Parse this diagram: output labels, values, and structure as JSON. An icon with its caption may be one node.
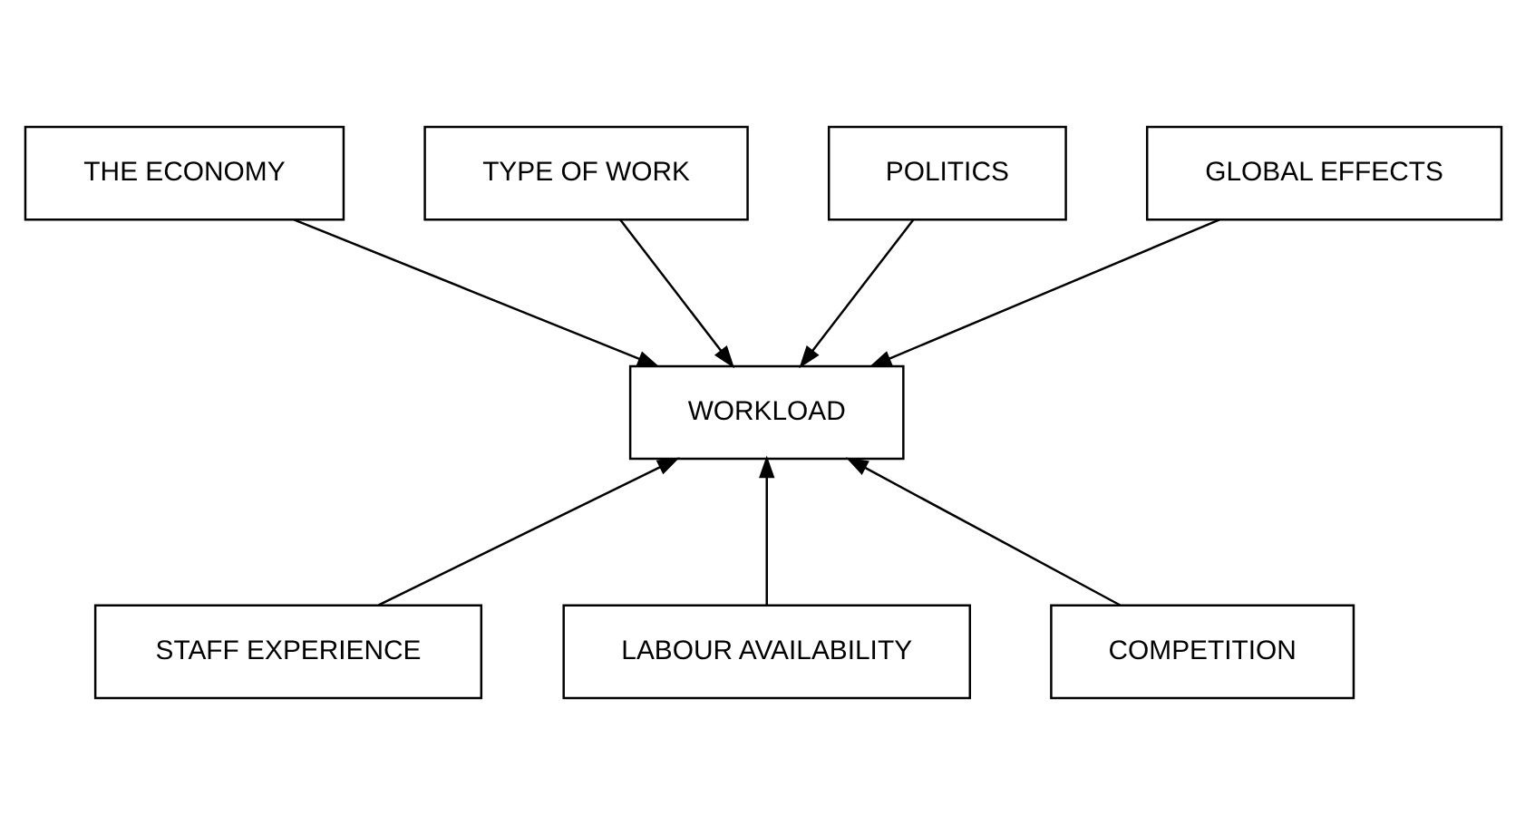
{
  "diagram": {
    "nodes": [
      {
        "text": [
          "THE ECONOMY"
        ]
      },
      {
        "text": [
          "TYPE OF WORK"
        ]
      },
      {
        "text": [
          "POLITICS"
        ]
      },
      {
        "text": [
          "GLOBAL EFFECTS"
        ]
      },
      {
        "text": [
          "WORKLOAD"
        ]
      },
      {
        "text": [
          "STAFF EXPERIENCE"
        ]
      },
      {
        "text": [
          "LABOUR AVAILABILITY"
        ]
      },
      {
        "text": [
          "COMPETITION"
        ]
      }
    ],
    "edges": [
      {
        "from": 0,
        "to": 4,
        "arrow": "to"
      },
      {
        "from": 1,
        "to": 4,
        "arrow": "to"
      },
      {
        "from": 2,
        "to": 4,
        "arrow": "to"
      },
      {
        "from": 3,
        "to": 4,
        "arrow": "to"
      },
      {
        "from": 5,
        "to": 4,
        "arrow": "to"
      },
      {
        "from": 6,
        "to": 4,
        "arrow": "to"
      },
      {
        "from": 7,
        "to": 4,
        "arrow": "to"
      }
    ]
  }
}
